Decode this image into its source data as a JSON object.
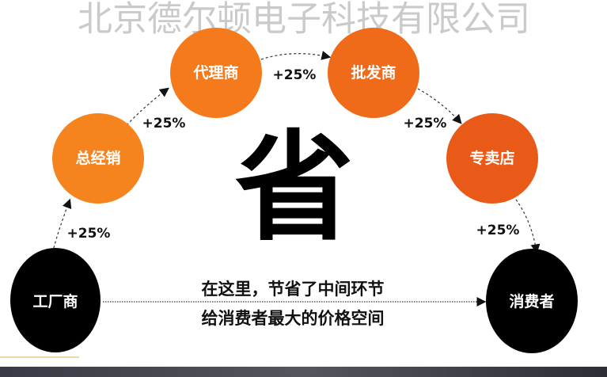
{
  "diagram": {
    "center_char": "省",
    "watermark": "北京德尔顿电子科技有限公司",
    "nodes": [
      {
        "label": "工厂商",
        "color": "#000000"
      },
      {
        "label": "总经销",
        "color": "#f5841f"
      },
      {
        "label": "代理商",
        "color": "#f47a1c"
      },
      {
        "label": "批发商",
        "color": "#ef6a19"
      },
      {
        "label": "专卖店",
        "color": "#e95a18"
      },
      {
        "label": "消费者",
        "color": "#000000"
      }
    ],
    "markups": [
      "+25%",
      "+25%",
      "+25%",
      "+25%",
      "+25%"
    ],
    "message": [
      "在这里，节省了中间环节",
      "给消费者最大的价格空间"
    ]
  }
}
